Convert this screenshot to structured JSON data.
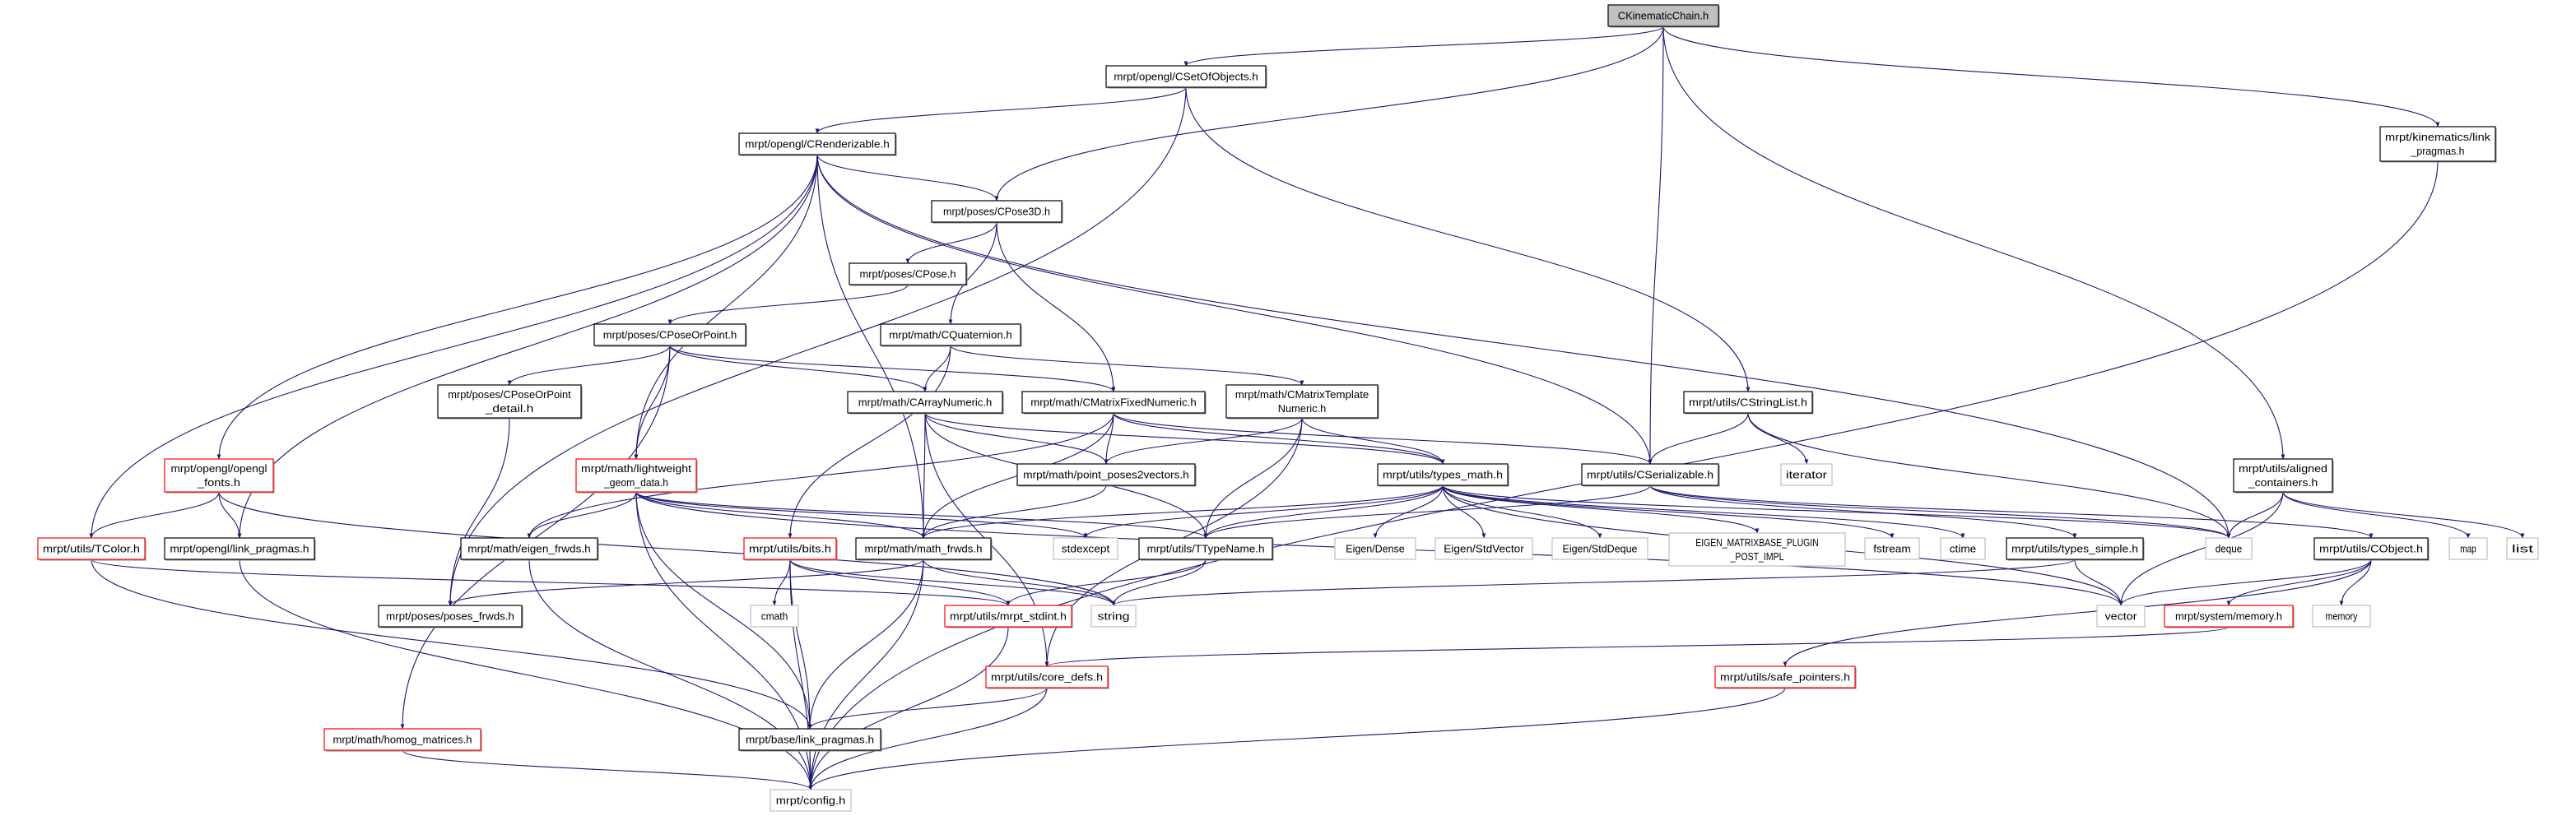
{
  "title": "CKinematicChain.h",
  "colors": {
    "edge": "#191970",
    "root_fill": "#bfbfbf",
    "normal_border": "#000000",
    "red_border": "#ff0000",
    "system_border": "#bfbfbf"
  },
  "nodes": [
    {
      "id": "root",
      "lines": [
        "CKinematicChain.h"
      ],
      "kind": "root"
    },
    {
      "id": "CSetOfObjects",
      "lines": [
        "mrpt/opengl/CSetOfObjects.h"
      ],
      "kind": "normal"
    },
    {
      "id": "kin_link",
      "lines": [
        "mrpt/kinematics/link",
        "_pragmas.h"
      ],
      "kind": "normal"
    },
    {
      "id": "CRenderizable",
      "lines": [
        "mrpt/opengl/CRenderizable.h"
      ],
      "kind": "normal"
    },
    {
      "id": "CPose3D",
      "lines": [
        "mrpt/poses/CPose3D.h"
      ],
      "kind": "normal"
    },
    {
      "id": "CPose",
      "lines": [
        "mrpt/poses/CPose.h"
      ],
      "kind": "normal"
    },
    {
      "id": "CPoseOrPoint",
      "lines": [
        "mrpt/poses/CPoseOrPoint.h"
      ],
      "kind": "normal"
    },
    {
      "id": "CQuaternion",
      "lines": [
        "mrpt/math/CQuaternion.h"
      ],
      "kind": "normal"
    },
    {
      "id": "CPoseOrPoint_detail",
      "lines": [
        "mrpt/poses/CPoseOrPoint",
        "_detail.h"
      ],
      "kind": "normal"
    },
    {
      "id": "CArrayNumeric",
      "lines": [
        "mrpt/math/CArrayNumeric.h"
      ],
      "kind": "normal"
    },
    {
      "id": "CMatrixFixedNumeric",
      "lines": [
        "mrpt/math/CMatrixFixedNumeric.h"
      ],
      "kind": "normal"
    },
    {
      "id": "CMatrixTemplateNumeric",
      "lines": [
        "mrpt/math/CMatrixTemplate",
        "Numeric.h"
      ],
      "kind": "normal"
    },
    {
      "id": "CStringList",
      "lines": [
        "mrpt/utils/CStringList.h"
      ],
      "kind": "normal"
    },
    {
      "id": "opengl_fonts",
      "lines": [
        "mrpt/opengl/opengl",
        "_fonts.h"
      ],
      "kind": "red"
    },
    {
      "id": "lightweight",
      "lines": [
        "mrpt/math/lightweight",
        "_geom_data.h"
      ],
      "kind": "red"
    },
    {
      "id": "point_poses2vectors",
      "lines": [
        "mrpt/math/point_poses2vectors.h"
      ],
      "kind": "normal"
    },
    {
      "id": "types_math",
      "lines": [
        "mrpt/utils/types_math.h"
      ],
      "kind": "normal"
    },
    {
      "id": "CSerializable",
      "lines": [
        "mrpt/utils/CSerializable.h"
      ],
      "kind": "normal"
    },
    {
      "id": "iterator",
      "lines": [
        "iterator"
      ],
      "kind": "system"
    },
    {
      "id": "aligned",
      "lines": [
        "mrpt/utils/aligned",
        "_containers.h"
      ],
      "kind": "normal"
    },
    {
      "id": "TColor",
      "lines": [
        "mrpt/utils/TColor.h"
      ],
      "kind": "red"
    },
    {
      "id": "opengl_link",
      "lines": [
        "mrpt/opengl/link_pragmas.h"
      ],
      "kind": "normal"
    },
    {
      "id": "eigen_frwds",
      "lines": [
        "mrpt/math/eigen_frwds.h"
      ],
      "kind": "normal"
    },
    {
      "id": "bits",
      "lines": [
        "mrpt/utils/bits.h"
      ],
      "kind": "red"
    },
    {
      "id": "math_frwds",
      "lines": [
        "mrpt/math/math_frwds.h"
      ],
      "kind": "normal"
    },
    {
      "id": "stdexcept",
      "lines": [
        "stdexcept"
      ],
      "kind": "system"
    },
    {
      "id": "TTypeName",
      "lines": [
        "mrpt/utils/TTypeName.h"
      ],
      "kind": "normal"
    },
    {
      "id": "eigen_dense",
      "lines": [
        "Eigen/Dense"
      ],
      "kind": "system"
    },
    {
      "id": "eigen_stdvector",
      "lines": [
        "Eigen/StdVector"
      ],
      "kind": "system"
    },
    {
      "id": "eigen_stddeque",
      "lines": [
        "Eigen/StdDeque"
      ],
      "kind": "system"
    },
    {
      "id": "eigen_plugin",
      "lines": [
        "EIGEN_MATRIXBASE_PLUGIN",
        "_POST_IMPL"
      ],
      "kind": "system"
    },
    {
      "id": "fstream",
      "lines": [
        "fstream"
      ],
      "kind": "system"
    },
    {
      "id": "ctime",
      "lines": [
        "ctime"
      ],
      "kind": "system"
    },
    {
      "id": "types_simple",
      "lines": [
        "mrpt/utils/types_simple.h"
      ],
      "kind": "normal"
    },
    {
      "id": "deque",
      "lines": [
        "deque"
      ],
      "kind": "system"
    },
    {
      "id": "CObject",
      "lines": [
        "mrpt/utils/CObject.h"
      ],
      "kind": "normal"
    },
    {
      "id": "map",
      "lines": [
        "map"
      ],
      "kind": "system"
    },
    {
      "id": "list",
      "lines": [
        "list"
      ],
      "kind": "system"
    },
    {
      "id": "poses_frwds",
      "lines": [
        "mrpt/poses/poses_frwds.h"
      ],
      "kind": "normal"
    },
    {
      "id": "cmath",
      "lines": [
        "cmath"
      ],
      "kind": "system"
    },
    {
      "id": "mrpt_stdint",
      "lines": [
        "mrpt/utils/mrpt_stdint.h"
      ],
      "kind": "red"
    },
    {
      "id": "string",
      "lines": [
        "string"
      ],
      "kind": "system"
    },
    {
      "id": "vector",
      "lines": [
        "vector"
      ],
      "kind": "system"
    },
    {
      "id": "system_memory",
      "lines": [
        "mrpt/system/memory.h"
      ],
      "kind": "red"
    },
    {
      "id": "memory",
      "lines": [
        "memory"
      ],
      "kind": "system"
    },
    {
      "id": "core_defs",
      "lines": [
        "mrpt/utils/core_defs.h"
      ],
      "kind": "red"
    },
    {
      "id": "safe_pointers",
      "lines": [
        "mrpt/utils/safe_pointers.h"
      ],
      "kind": "red"
    },
    {
      "id": "homog",
      "lines": [
        "mrpt/math/homog_matrices.h"
      ],
      "kind": "red"
    },
    {
      "id": "base_link",
      "lines": [
        "mrpt/base/link_pragmas.h"
      ],
      "kind": "normal"
    },
    {
      "id": "config",
      "lines": [
        "mrpt/config.h"
      ],
      "kind": "system"
    }
  ],
  "edges": [
    [
      "root",
      "CSetOfObjects"
    ],
    [
      "root",
      "CPose3D"
    ],
    [
      "root",
      "CSerializable"
    ],
    [
      "root",
      "aligned"
    ],
    [
      "root",
      "kin_link"
    ],
    [
      "CSetOfObjects",
      "CRenderizable"
    ],
    [
      "CSetOfObjects",
      "poses_frwds"
    ],
    [
      "CSetOfObjects",
      "CStringList"
    ],
    [
      "kin_link",
      "config"
    ],
    [
      "CRenderizable",
      "CPose3D"
    ],
    [
      "CRenderizable",
      "TColor"
    ],
    [
      "CRenderizable",
      "opengl_fonts"
    ],
    [
      "CRenderizable",
      "opengl_link"
    ],
    [
      "CRenderizable",
      "lightweight"
    ],
    [
      "CRenderizable",
      "math_frwds"
    ],
    [
      "CRenderizable",
      "CSerializable"
    ],
    [
      "CRenderizable",
      "deque"
    ],
    [
      "CPose3D",
      "CPose"
    ],
    [
      "CPose3D",
      "CQuaternion"
    ],
    [
      "CPose3D",
      "CMatrixFixedNumeric"
    ],
    [
      "CPose",
      "CPoseOrPoint"
    ],
    [
      "CPoseOrPoint",
      "CPoseOrPoint_detail"
    ],
    [
      "CPoseOrPoint",
      "lightweight"
    ],
    [
      "CPoseOrPoint",
      "CArrayNumeric"
    ],
    [
      "CPoseOrPoint",
      "CMatrixFixedNumeric"
    ],
    [
      "CPoseOrPoint",
      "homog"
    ],
    [
      "CQuaternion",
      "bits"
    ],
    [
      "CQuaternion",
      "CArrayNumeric"
    ],
    [
      "CQuaternion",
      "CMatrixTemplateNumeric"
    ],
    [
      "CPoseOrPoint_detail",
      "poses_frwds"
    ],
    [
      "CArrayNumeric",
      "math_frwds"
    ],
    [
      "CArrayNumeric",
      "point_poses2vectors"
    ],
    [
      "CArrayNumeric",
      "TTypeName"
    ],
    [
      "CArrayNumeric",
      "core_defs"
    ],
    [
      "CArrayNumeric",
      "types_math"
    ],
    [
      "CMatrixFixedNumeric",
      "eigen_frwds"
    ],
    [
      "CMatrixFixedNumeric",
      "math_frwds"
    ],
    [
      "CMatrixFixedNumeric",
      "point_poses2vectors"
    ],
    [
      "CMatrixFixedNumeric",
      "types_math"
    ],
    [
      "CMatrixFixedNumeric",
      "CSerializable"
    ],
    [
      "CMatrixTemplateNumeric",
      "point_poses2vectors"
    ],
    [
      "CMatrixTemplateNumeric",
      "TTypeName"
    ],
    [
      "CMatrixTemplateNumeric",
      "types_math"
    ],
    [
      "CMatrixTemplateNumeric",
      "core_defs"
    ],
    [
      "CStringList",
      "CSerializable"
    ],
    [
      "CStringList",
      "iterator"
    ],
    [
      "CStringList",
      "deque"
    ],
    [
      "aligned",
      "deque"
    ],
    [
      "aligned",
      "vector"
    ],
    [
      "aligned",
      "map"
    ],
    [
      "aligned",
      "list"
    ],
    [
      "opengl_fonts",
      "TColor"
    ],
    [
      "opengl_fonts",
      "opengl_link"
    ],
    [
      "opengl_fonts",
      "string"
    ],
    [
      "lightweight",
      "eigen_frwds"
    ],
    [
      "lightweight",
      "math_frwds"
    ],
    [
      "lightweight",
      "stdexcept"
    ],
    [
      "lightweight",
      "TTypeName"
    ],
    [
      "lightweight",
      "vector"
    ],
    [
      "lightweight",
      "base_link"
    ],
    [
      "lightweight",
      "config"
    ],
    [
      "point_poses2vectors",
      "math_frwds"
    ],
    [
      "types_math",
      "eigen_dense"
    ],
    [
      "types_math",
      "eigen_stdvector"
    ],
    [
      "types_math",
      "eigen_stddeque"
    ],
    [
      "types_math",
      "eigen_plugin"
    ],
    [
      "types_math",
      "fstream"
    ],
    [
      "types_math",
      "ctime"
    ],
    [
      "types_math",
      "deque"
    ],
    [
      "types_math",
      "vector"
    ],
    [
      "types_math",
      "math_frwds"
    ],
    [
      "types_math",
      "stdexcept"
    ],
    [
      "types_math",
      "TTypeName"
    ],
    [
      "CSerializable",
      "TTypeName"
    ],
    [
      "CSerializable",
      "CObject"
    ],
    [
      "CSerializable",
      "deque"
    ],
    [
      "CSerializable",
      "types_simple"
    ],
    [
      "TColor",
      "base_link"
    ],
    [
      "TColor",
      "mrpt_stdint"
    ],
    [
      "opengl_link",
      "config"
    ],
    [
      "eigen_frwds",
      "config"
    ],
    [
      "bits",
      "cmath"
    ],
    [
      "bits",
      "mrpt_stdint"
    ],
    [
      "bits",
      "string"
    ],
    [
      "bits",
      "base_link"
    ],
    [
      "bits",
      "config"
    ],
    [
      "math_frwds",
      "poses_frwds"
    ],
    [
      "math_frwds",
      "string"
    ],
    [
      "math_frwds",
      "base_link"
    ],
    [
      "math_frwds",
      "config"
    ],
    [
      "TTypeName",
      "mrpt_stdint"
    ],
    [
      "TTypeName",
      "string"
    ],
    [
      "types_simple",
      "vector"
    ],
    [
      "types_simple",
      "string"
    ],
    [
      "CObject",
      "vector"
    ],
    [
      "CObject",
      "system_memory"
    ],
    [
      "CObject",
      "memory"
    ],
    [
      "CObject",
      "safe_pointers"
    ],
    [
      "system_memory",
      "core_defs"
    ],
    [
      "safe_pointers",
      "config"
    ],
    [
      "mrpt_stdint",
      "config"
    ],
    [
      "core_defs",
      "base_link"
    ],
    [
      "core_defs",
      "config"
    ],
    [
      "homog",
      "config"
    ],
    [
      "base_link",
      "config"
    ]
  ]
}
